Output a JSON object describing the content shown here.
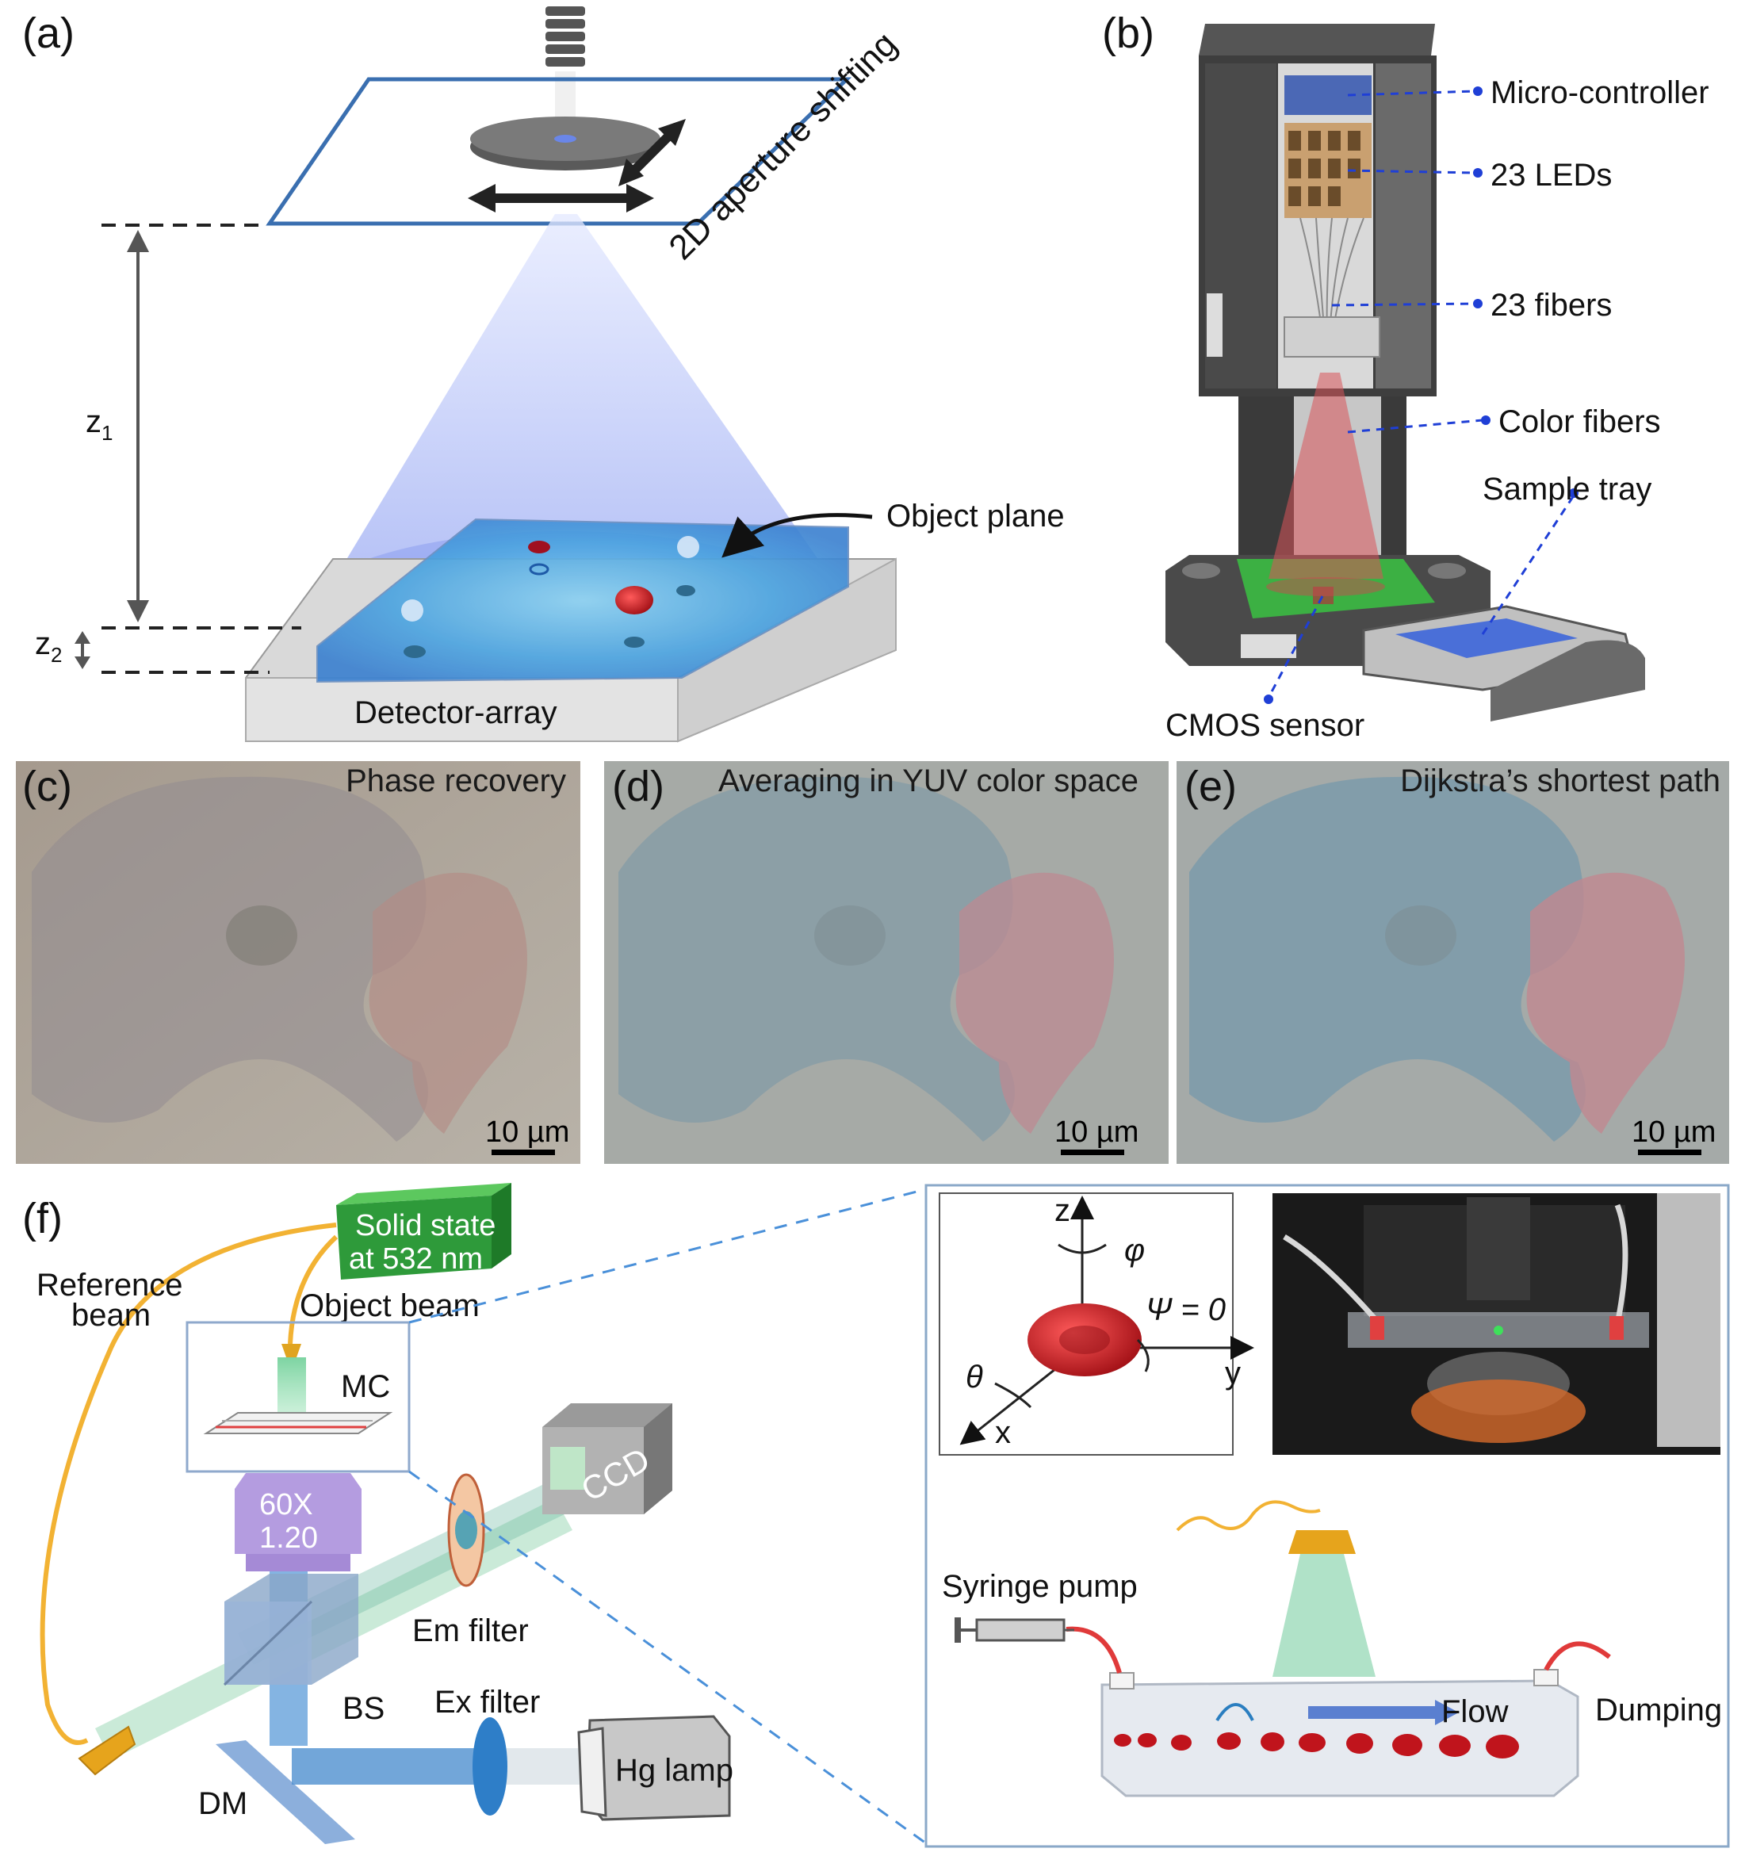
{
  "panels": {
    "a": {
      "label": "(a)",
      "aperture_text": "2D aperture shifting",
      "z1_main": "z",
      "z1_sub": "1",
      "z2_main": "z",
      "z2_sub": "2",
      "object_plane": "Object plane",
      "detector": "Detector-array"
    },
    "b": {
      "label": "(b)",
      "micro_controller": "Micro-controller",
      "leds": "23 LEDs",
      "fibers": "23 fibers",
      "color_fibers": "Color fibers",
      "sample_tray": "Sample tray",
      "cmos": "CMOS sensor"
    },
    "c": {
      "label": "(c)",
      "title": "Phase recovery",
      "scale": "10 µm"
    },
    "d": {
      "label": "(d)",
      "title": "Averaging in YUV color space",
      "scale": "10 µm"
    },
    "e": {
      "label": "(e)",
      "title": "Dijkstra’s shortest path",
      "scale": "10 µm"
    },
    "f": {
      "label": "(f)",
      "laser_line1": "Solid state",
      "laser_line2": "at 532 nm",
      "reference_line1": "Reference",
      "reference_line2": "beam",
      "object_beam": "Object beam",
      "mc": "MC",
      "objective_line1": "60X",
      "objective_line2": "1.20",
      "ccd": "CCD",
      "em_filter": "Em filter",
      "bs": "BS",
      "ex_filter": "Ex filter",
      "hg_lamp": "Hg lamp",
      "dm": "DM",
      "axis_z": "z",
      "axis_y": "y",
      "axis_x": "x",
      "phi": "φ",
      "psi": "Ψ = 0",
      "theta": "θ",
      "syringe": "Syringe pump",
      "flow": "Flow",
      "dumping": "Dumping"
    }
  },
  "colors": {
    "beam_blue": "#8fa8ee",
    "laser_green": "#2e9a3a",
    "rbc_red": "#c0141c",
    "annotation_blue": "#1f3fd6",
    "dashed_link": "#4a90d9",
    "fiber_yellow": "#f2b233"
  }
}
